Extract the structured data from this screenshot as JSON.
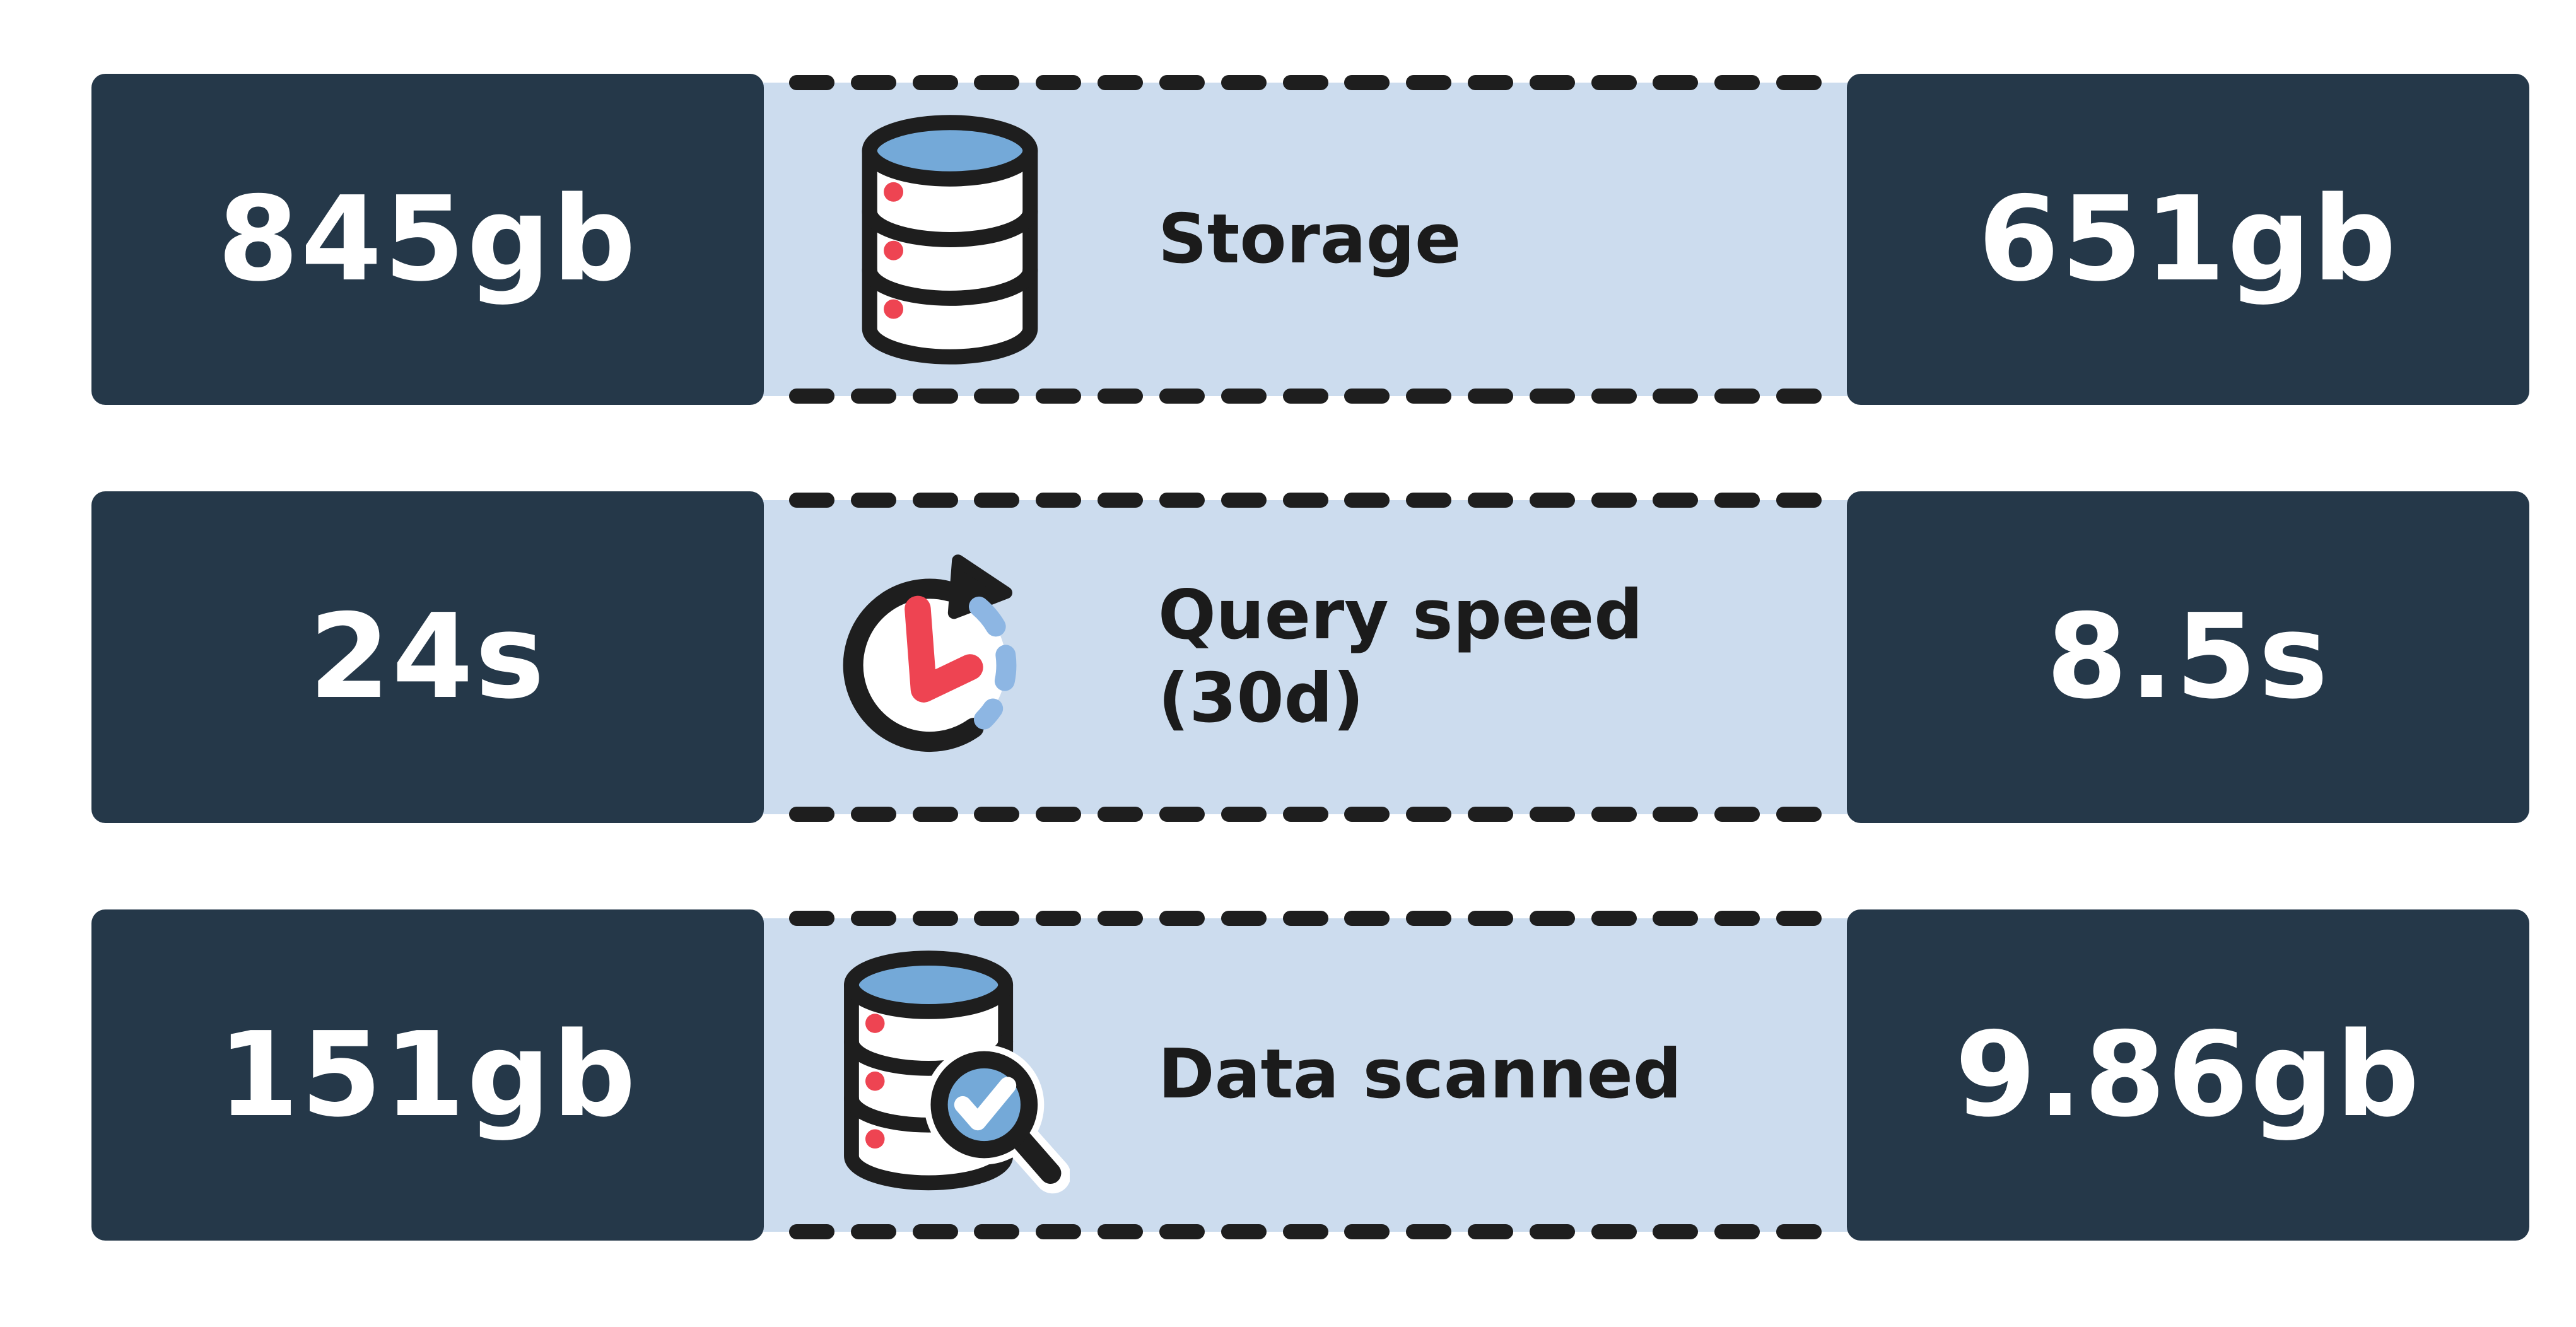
{
  "rows": [
    {
      "id": "storage",
      "icon": "database-icon",
      "label": "Storage",
      "left_value": "845gb",
      "right_value": "651gb"
    },
    {
      "id": "query-speed",
      "icon": "clock-history-icon",
      "label": "Query speed\n(30d)",
      "left_value": "24s",
      "right_value": "8.5s"
    },
    {
      "id": "data-scanned",
      "icon": "database-magnifier-icon",
      "label": "Data scanned",
      "left_value": "151gb",
      "right_value": "9.86gb"
    }
  ],
  "colors": {
    "box_bg": "#253849",
    "panel_bg": "#ccdcee",
    "ink": "#1e1e1e",
    "accent_red": "#ee4452",
    "accent_blue": "#74a9d8",
    "accent_blue_light": "#8db6e3",
    "value_text": "#ffffff",
    "label_text": "#1b1b1b",
    "page_bg": "#ffffff"
  },
  "dash_count": 17
}
